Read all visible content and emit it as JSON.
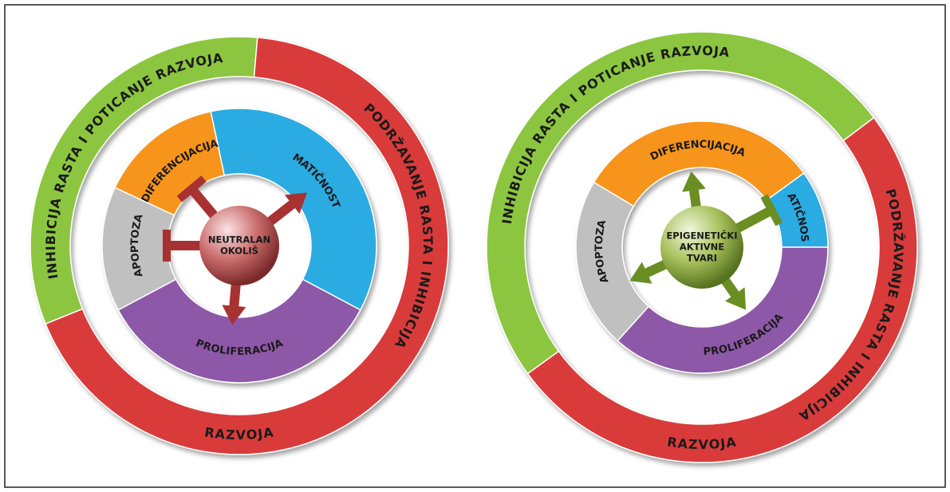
{
  "colors": {
    "red": "#d93a3a",
    "green": "#8cc63f",
    "orange": "#f7941d",
    "cyan": "#29abe2",
    "purple": "#8e58a8",
    "gray": "#c0c0c0",
    "arrow_red": "#a83232",
    "arrow_green": "#6b8e23"
  },
  "left": {
    "outer": {
      "green_text": "INHIBICIJA RASTA I POTICANJE RAZVOJA",
      "red_top_text": "PODRŽAVANJE RASTA I INHIBICIJA",
      "red_bottom_text": "RAZVOJA"
    },
    "inner": {
      "diferencijacija": "DIFERENCIJACIJA",
      "maticnost": "MATIČNOST",
      "proliferacija": "PROLIFERACIJA",
      "apoptoza": "APOPTOZA"
    },
    "center": [
      "NEUTRALAN",
      "OKOLIŠ"
    ]
  },
  "right": {
    "outer": {
      "green_text": "INHIBICIJA RASTA I POTICANJE RAZVOJA",
      "red_top_text": "PODRŽAVANJE RASTA I INHIBICIJA",
      "red_bottom_text": "RAZVOJA"
    },
    "inner": {
      "diferencijacija": "DIFERENCIJACIJA",
      "maticnost": "MATIČNOST",
      "proliferacija": "PROLIFERACIJA",
      "apoptoza": "APOPTOZA"
    },
    "center": [
      "EPIGENETIČKI",
      "AKTIVNE",
      "TVARI"
    ]
  }
}
